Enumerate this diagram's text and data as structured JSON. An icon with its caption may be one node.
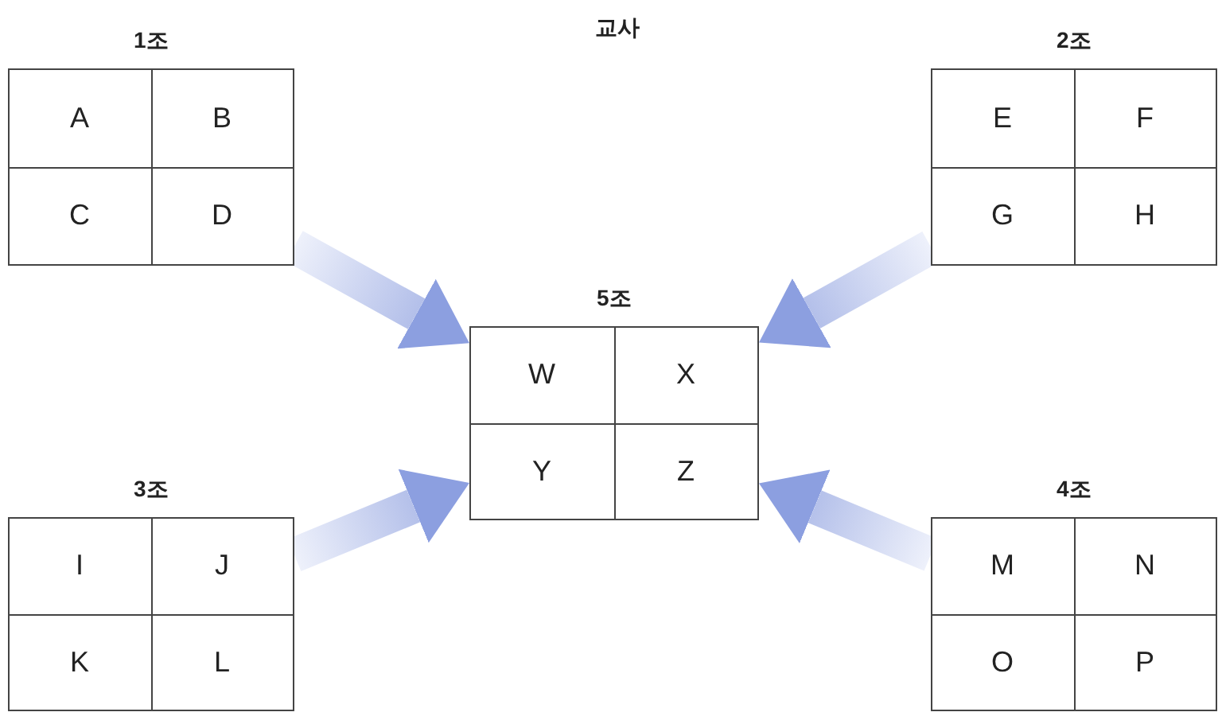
{
  "diagram": {
    "nodes": [
      {
        "text": [
          "1조"
        ]
      },
      {
        "text": [
          "A"
        ],
        "in": 0
      },
      {
        "text": [
          "B"
        ],
        "in": 0
      },
      {
        "text": [
          "C"
        ],
        "in": 0
      },
      {
        "text": [
          "D"
        ],
        "in": 0
      },
      {
        "text": [
          "2조"
        ]
      },
      {
        "text": [
          "E"
        ],
        "in": 5
      },
      {
        "text": [
          "F"
        ],
        "in": 5
      },
      {
        "text": [
          "G"
        ],
        "in": 5
      },
      {
        "text": [
          "H"
        ],
        "in": 5
      },
      {
        "text": [
          "5조"
        ]
      },
      {
        "text": [
          "W"
        ],
        "in": 10
      },
      {
        "text": [
          "X"
        ],
        "in": 10
      },
      {
        "text": [
          "Y"
        ],
        "in": 10
      },
      {
        "text": [
          "Z"
        ],
        "in": 10
      },
      {
        "text": [
          "3조"
        ]
      },
      {
        "text": [
          "I"
        ],
        "in": 15
      },
      {
        "text": [
          "J"
        ],
        "in": 15
      },
      {
        "text": [
          "K"
        ],
        "in": 15
      },
      {
        "text": [
          "L"
        ],
        "in": 15
      },
      {
        "text": [
          "4조"
        ]
      },
      {
        "text": [
          "M"
        ],
        "in": 20
      },
      {
        "text": [
          "N"
        ],
        "in": 20
      },
      {
        "text": [
          "O"
        ],
        "in": 20
      },
      {
        "text": [
          "P"
        ],
        "in": 20
      }
    ],
    "edges": [
      {
        "from": 0,
        "to": 10,
        "arrow": "to"
      },
      {
        "from": 5,
        "to": 10,
        "arrow": "to"
      },
      {
        "from": 15,
        "to": 10,
        "arrow": "to"
      },
      {
        "from": 20,
        "to": 10,
        "arrow": "to"
      }
    ],
    "labels": [
      "교사"
    ]
  }
}
